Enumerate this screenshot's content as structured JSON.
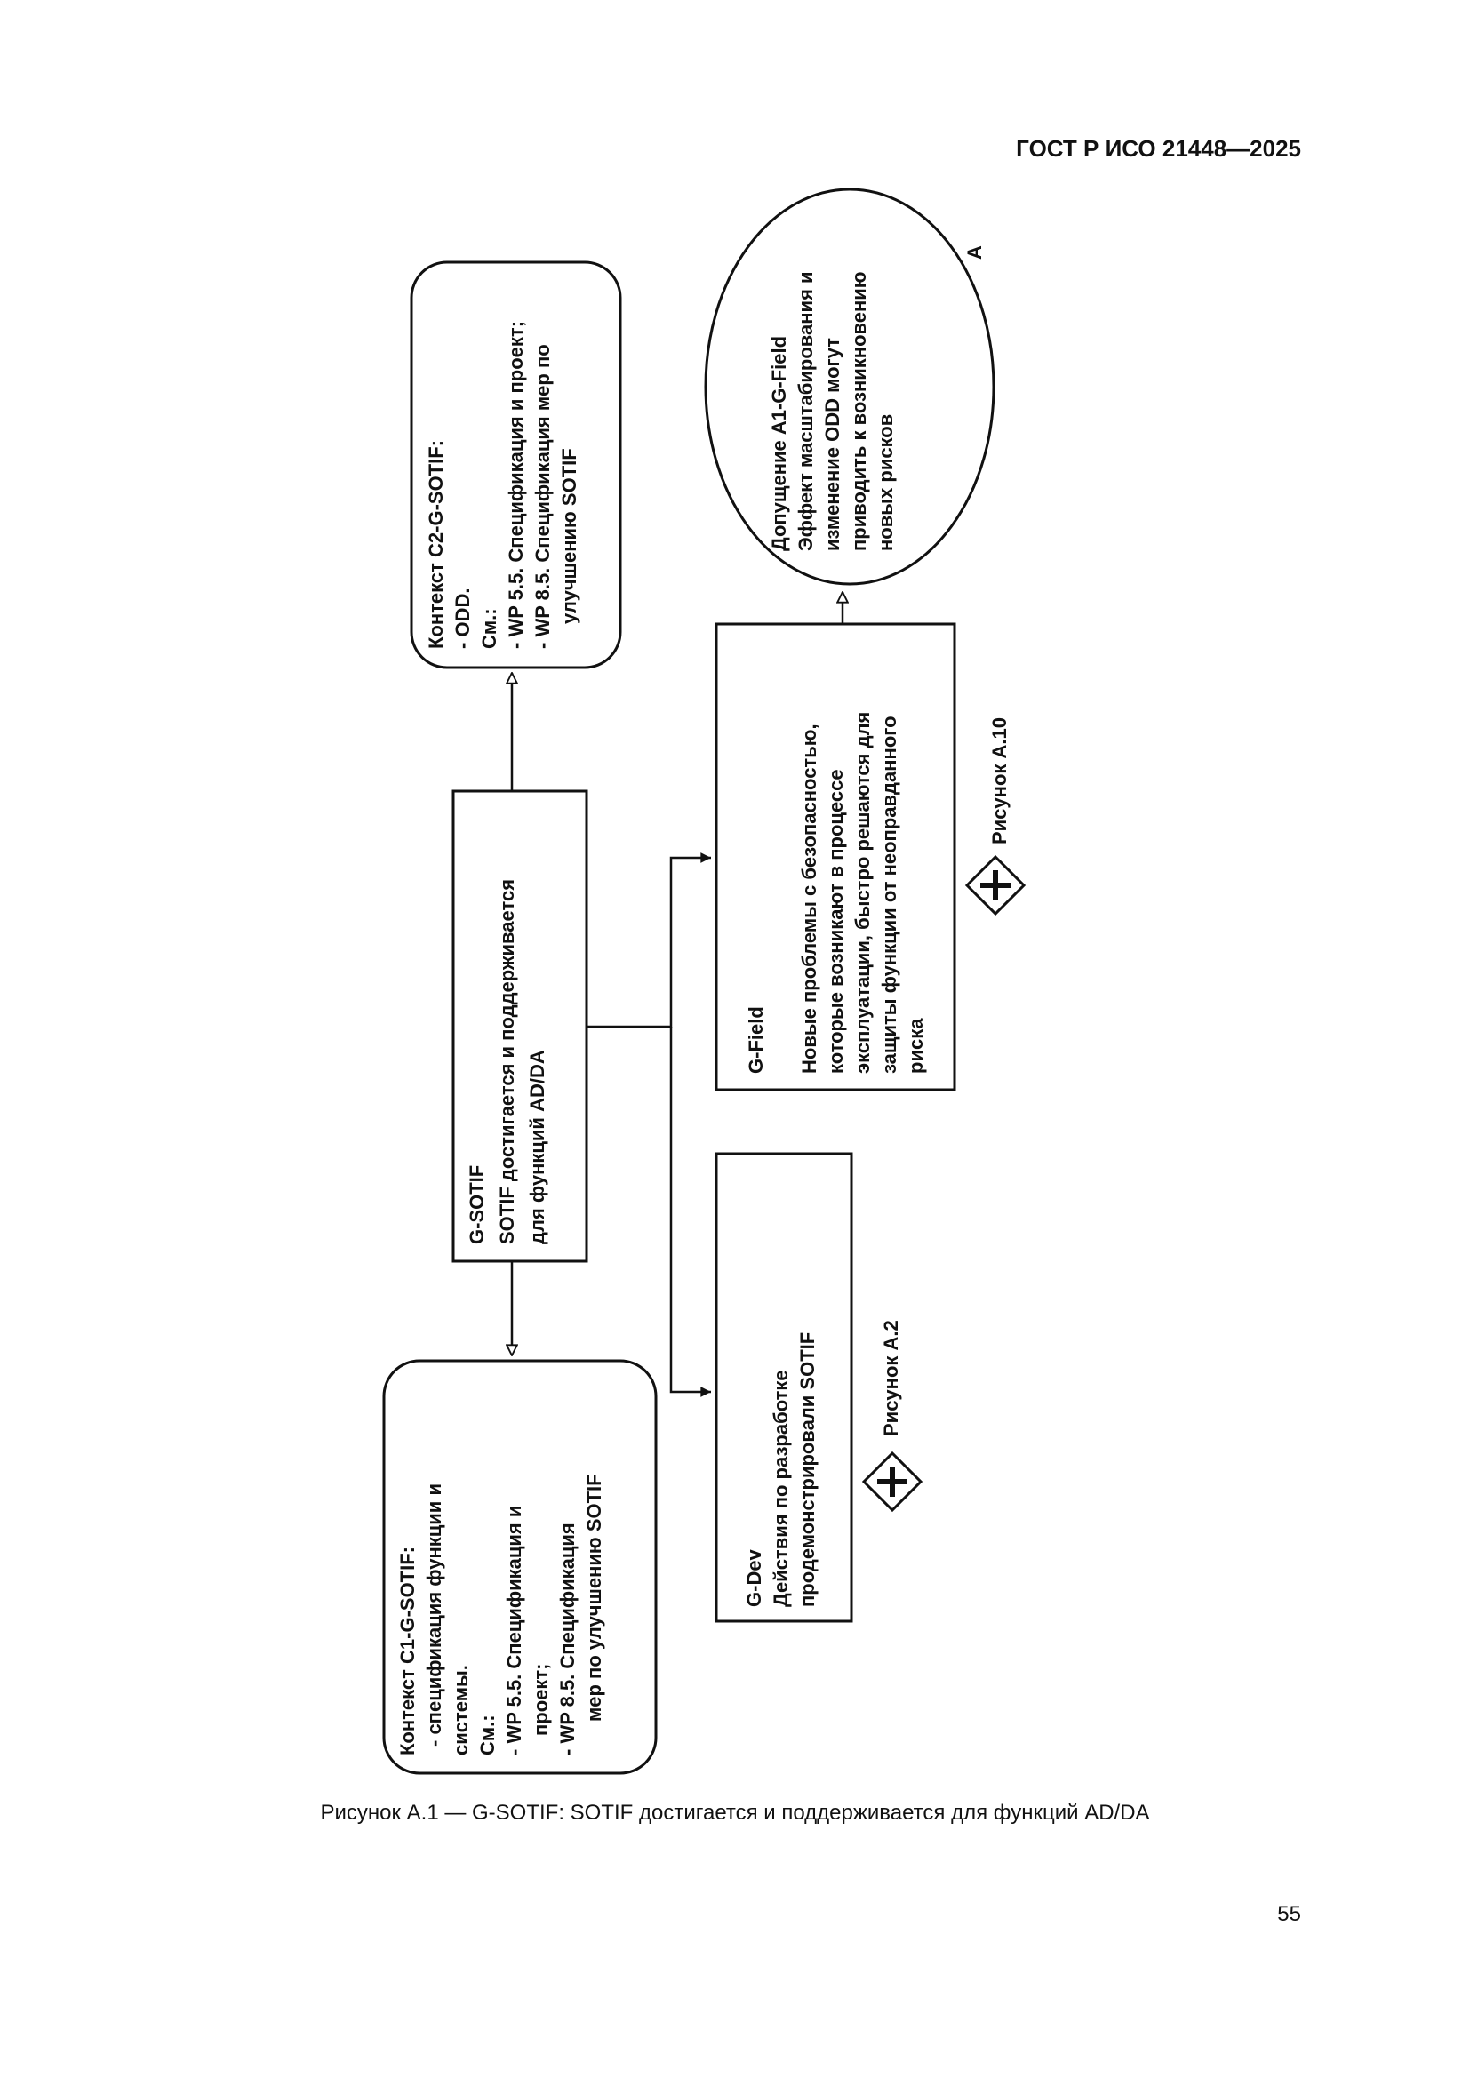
{
  "header": {
    "doc_id": "ГОСТ Р ИСО 21448—2025"
  },
  "page_number": "55",
  "caption": "Рисунок А.1 — G-SOTIF: SOTIF достигается и поддерживается для функций AD/DA",
  "diagram": {
    "g_sotif": {
      "lines": [
        "G-SOTIF",
        "SOTIF достигается и поддерживается",
        "для функций AD/DA"
      ]
    },
    "context_c2": {
      "lines": [
        "Контекст C2-G-SOTIF:",
        "- ODD.",
        "См.:",
        "- WP 5.5. Спецификация и проект;",
        "- WP 8.5. Спецификация мер по",
        "улучшению SOTIF"
      ]
    },
    "context_c1": {
      "lines": [
        "Контекст C1-G-SOTIF:",
        "- спецификация функции и",
        "системы.",
        "См.:",
        "- WP 5.5. Спецификация и",
        "проект;",
        "- WP 8.5. Спецификация",
        "мер по улучшению SOTIF"
      ]
    },
    "g_dev": {
      "lines": [
        "G-Dev",
        "Действия по разработке",
        "продемонстрировали SOTIF"
      ],
      "ref": "Рисунок А.2"
    },
    "g_field": {
      "lines": [
        "G-Field",
        "",
        "Новые проблемы с безопасностью,",
        "которые возникают в процессе",
        "эксплуатации, быстро решаются для",
        "защиты функции от неоправданного",
        "риска"
      ],
      "ref": "Рисунок А.10"
    },
    "assumption": {
      "lines": [
        "Допущение A1-G-Field",
        "Эффект масштабирования и",
        "изменение ODD могут",
        "приводить к возникновению",
        "новых рисков"
      ],
      "marker": "A"
    }
  }
}
